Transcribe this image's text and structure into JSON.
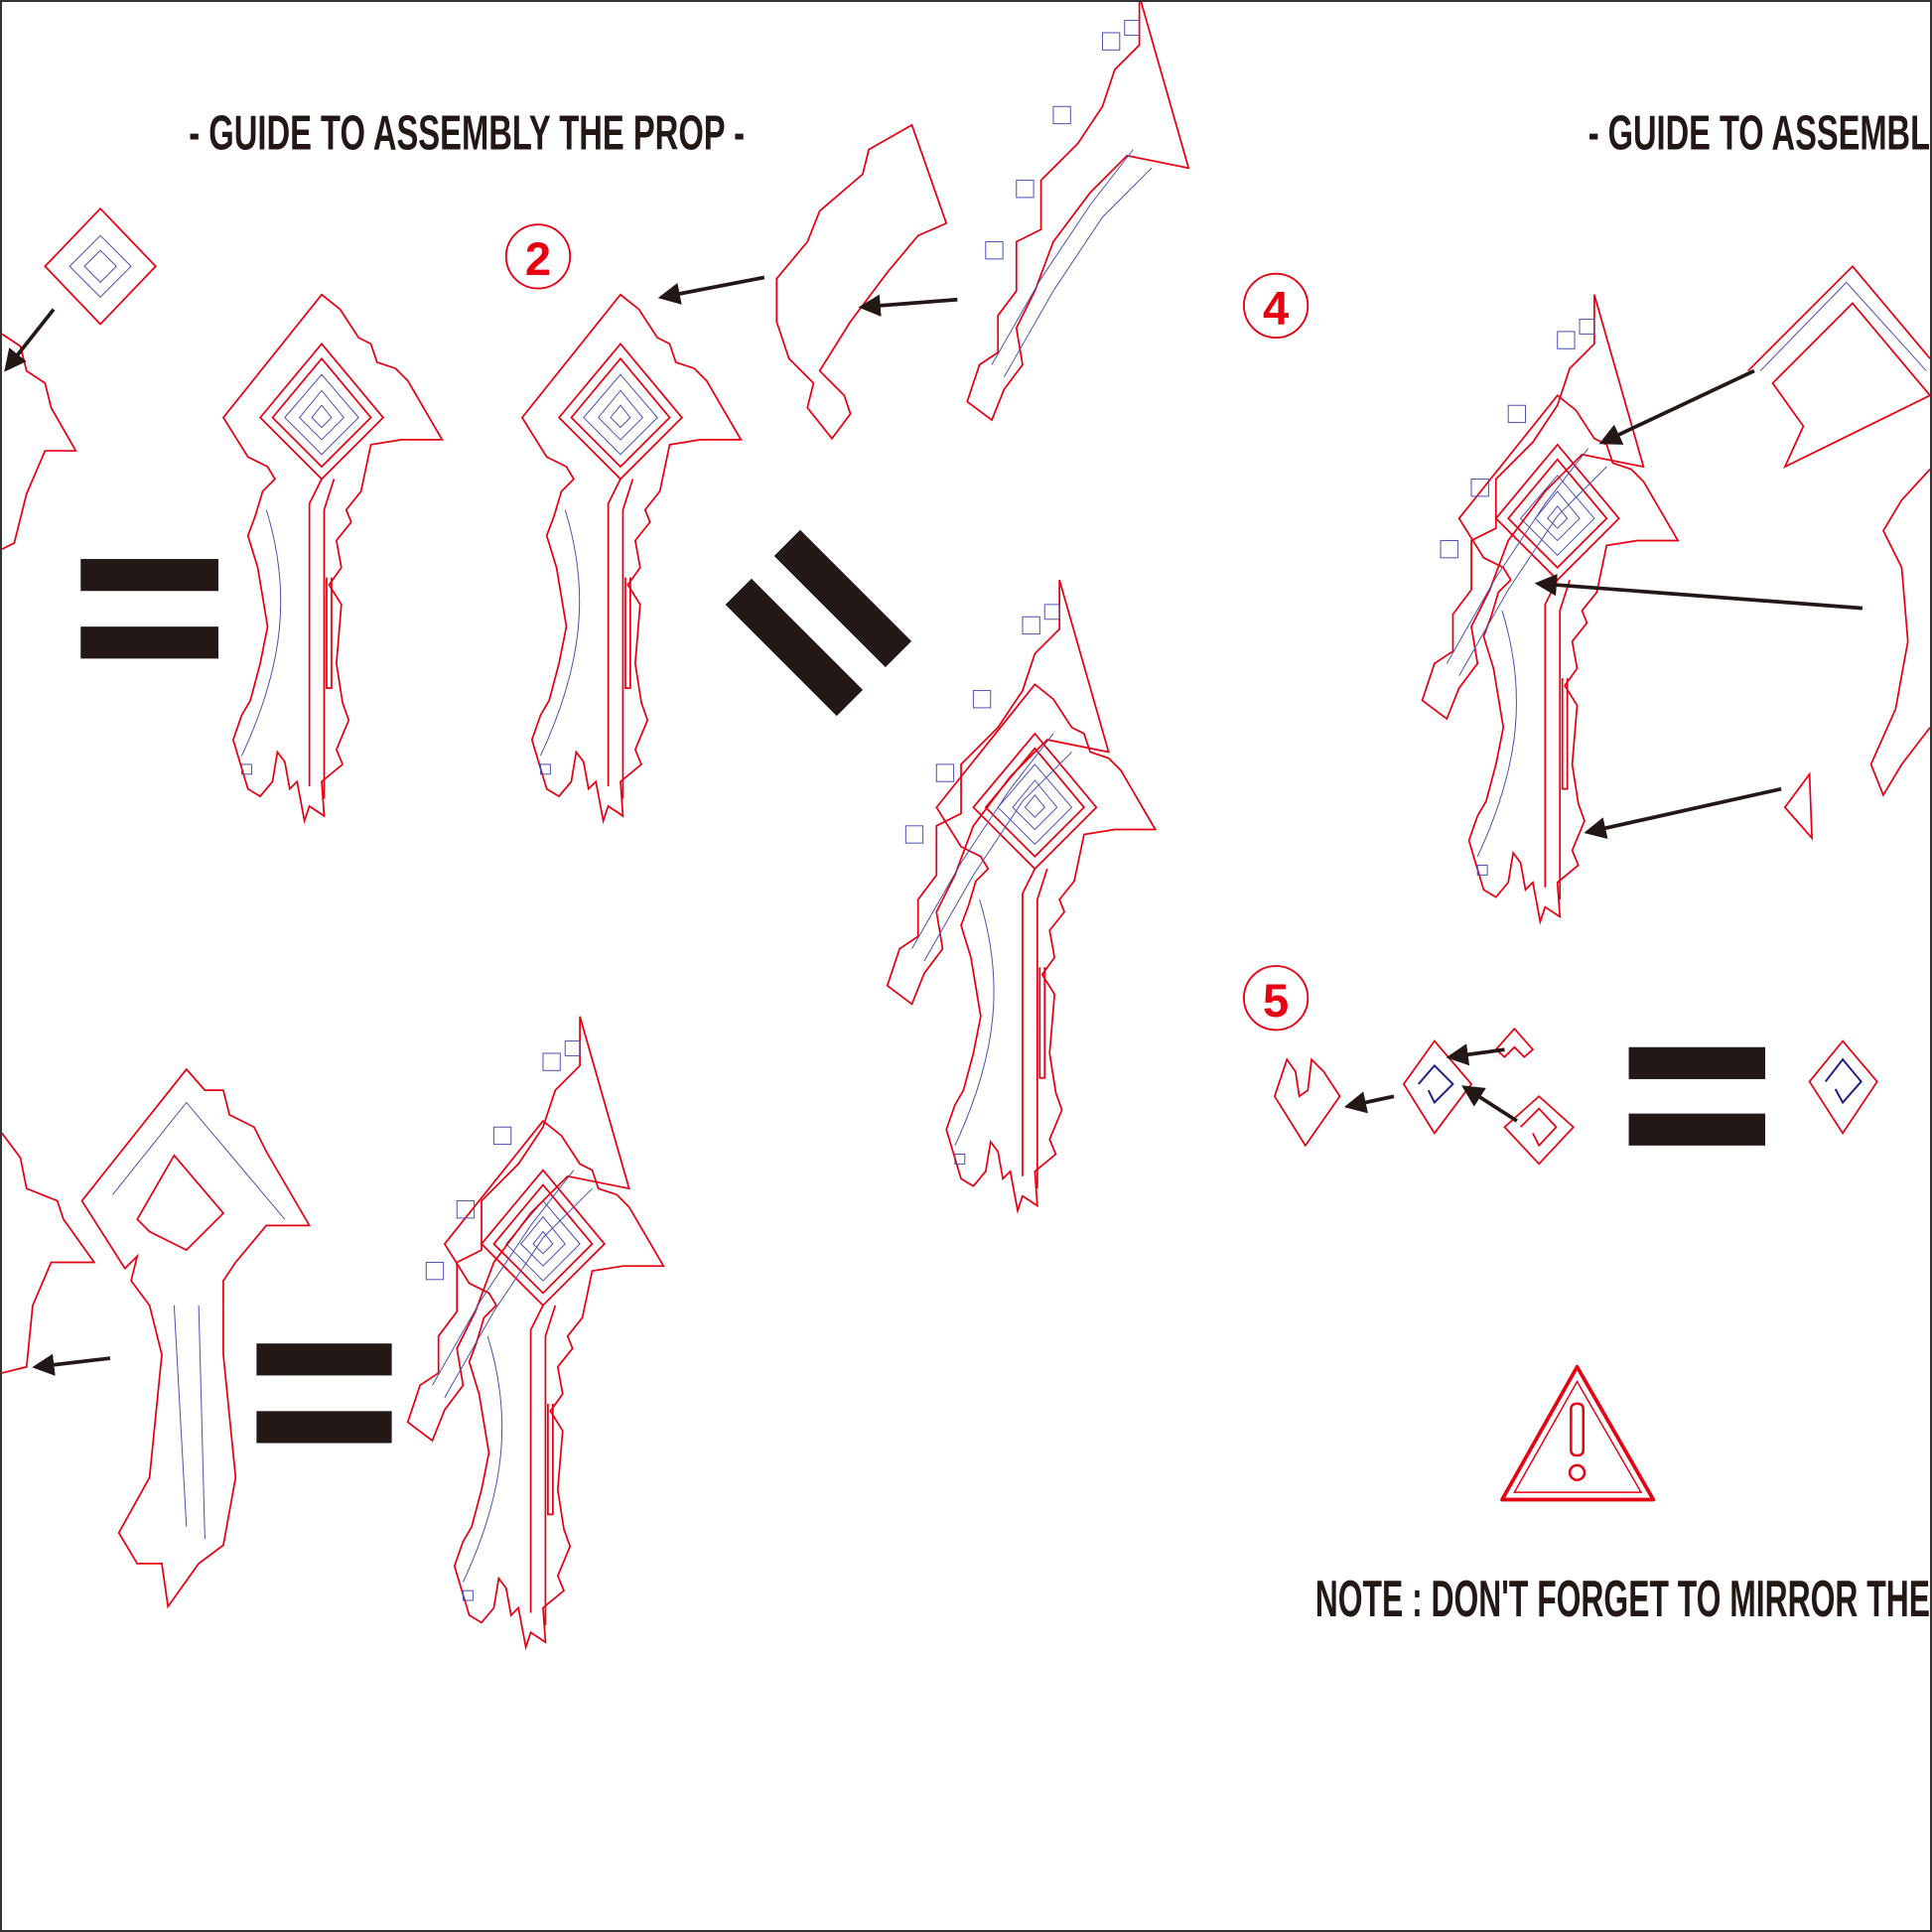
{
  "titles": {
    "left": "- GUIDE TO ASSEMBLY THE PROP -",
    "right": "- GUIDE TO ASSEMBL"
  },
  "steps": {
    "step2": "2",
    "step4": "4",
    "step5": "5"
  },
  "note": "NOTE : DON'T FORGET TO MIRROR THE",
  "colors": {
    "outline": "#e60012",
    "engraving": "#4b4fb0",
    "text": "#231815"
  },
  "icons": [
    "arrow-icon",
    "equals-icon",
    "warning-icon"
  ]
}
